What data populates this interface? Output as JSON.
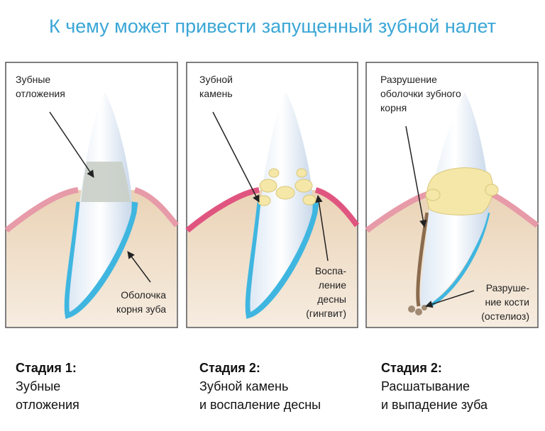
{
  "title": "К чему может привести запущенный зубной налет",
  "panels": [
    {
      "top_label": [
        "Зубные",
        "отложения"
      ],
      "bottom_label": [
        "Оболочка",
        "корня зуба"
      ]
    },
    {
      "top_label": [
        "Зубной",
        "камень"
      ],
      "bottom_label": [
        "Воспа-",
        "ление",
        "десны",
        "(гингвит)"
      ]
    },
    {
      "top_label": [
        "Разрушение",
        "оболочки зубного",
        "корня"
      ],
      "bottom_label": [
        "Разруше-",
        "ние кости",
        "(остелиоз)"
      ]
    }
  ],
  "captions": [
    {
      "stage": "Стадия 1:",
      "lines": [
        "Зубные",
        "отложения"
      ]
    },
    {
      "stage": "Стадия 2:",
      "lines": [
        "Зубной камень",
        "и воспаление десны"
      ]
    },
    {
      "stage": "Стадия 2:",
      "lines": [
        "Расшатывание",
        "и выпадение зуба"
      ]
    }
  ],
  "colors": {
    "title": "#3aa6d6",
    "bone": "#efdcc4",
    "gum": "#e79aa8",
    "sheath": "#3fb6e0",
    "calculus": "#f4e7a8"
  }
}
